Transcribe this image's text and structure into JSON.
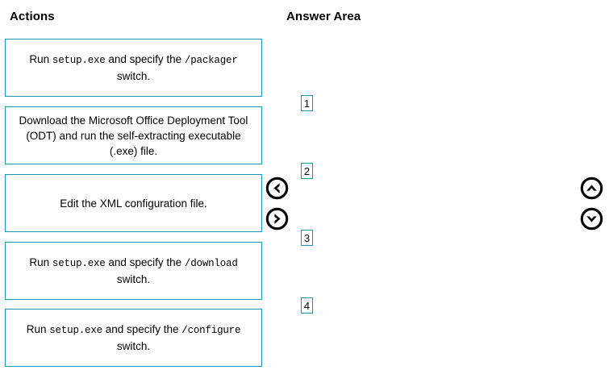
{
  "headings": {
    "actions": "Actions",
    "answer_area": "Answer Area"
  },
  "colors": {
    "box_border": "#1a96b3",
    "text": "#000000",
    "background": "#ffffff",
    "arrow": "#000000"
  },
  "actions": {
    "items": [
      {
        "id": "run-setup-packager",
        "segments": [
          {
            "text": "Run ",
            "style": "normal"
          },
          {
            "text": "setup.exe",
            "style": "mono"
          },
          {
            "text": " and specify the ",
            "style": "normal"
          },
          {
            "text": "/packager",
            "style": "mono"
          },
          {
            "text": " switch.",
            "style": "normal"
          }
        ],
        "plain": "Run setup.exe and specify the /packager switch."
      },
      {
        "id": "download-odt",
        "segments": [
          {
            "text": "Download the Microsoft Office Deployment Tool (ODT) and run the self-extracting executable (.exe) file.",
            "style": "normal"
          }
        ],
        "plain": "Download the Microsoft Office Deployment Tool (ODT) and run the self-extracting executable (.exe) file."
      },
      {
        "id": "edit-xml",
        "segments": [
          {
            "text": "Edit the XML configuration file.",
            "style": "normal"
          }
        ],
        "plain": "Edit the XML configuration file."
      },
      {
        "id": "run-setup-download",
        "segments": [
          {
            "text": "Run ",
            "style": "normal"
          },
          {
            "text": "setup.exe",
            "style": "mono"
          },
          {
            "text": " and specify the ",
            "style": "normal"
          },
          {
            "text": "/download",
            "style": "mono"
          },
          {
            "text": " switch.",
            "style": "normal"
          }
        ],
        "plain": "Run setup.exe and specify the /download switch."
      },
      {
        "id": "run-setup-configure",
        "segments": [
          {
            "text": "Run ",
            "style": "normal"
          },
          {
            "text": "setup.exe",
            "style": "mono"
          },
          {
            "text": " and specify the ",
            "style": "normal"
          },
          {
            "text": "/configure",
            "style": "mono"
          },
          {
            "text": " switch.",
            "style": "normal"
          }
        ],
        "plain": "Run setup.exe and specify the /configure switch."
      }
    ]
  },
  "answer_area": {
    "slots": [
      {
        "label": "1"
      },
      {
        "label": "2"
      },
      {
        "label": "3"
      },
      {
        "label": "4"
      }
    ]
  },
  "controls": {
    "move_left": {
      "icon": "chevron-left-circle-icon",
      "title": "Move left"
    },
    "move_right": {
      "icon": "chevron-right-circle-icon",
      "title": "Move right"
    },
    "move_up": {
      "icon": "chevron-up-circle-icon",
      "title": "Move up"
    },
    "move_down": {
      "icon": "chevron-down-circle-icon",
      "title": "Move down"
    }
  }
}
